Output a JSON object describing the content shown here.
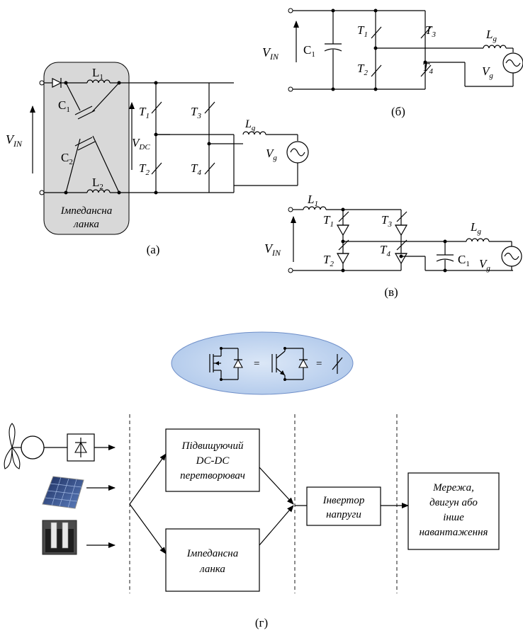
{
  "circuit_a": {
    "caption": "(а)",
    "vin": "V",
    "vin_sub": "IN",
    "vdc": "V",
    "vdc_sub": "DC",
    "l1": "L",
    "l1_sub": "1",
    "l2": "L",
    "l2_sub": "2",
    "c1": "C",
    "c1_sub": "1",
    "c2": "C",
    "c2_sub": "2",
    "t1": "T",
    "t1_sub": "1",
    "t2": "T",
    "t2_sub": "2",
    "t3": "T",
    "t3_sub": "3",
    "t4": "T",
    "t4_sub": "4",
    "lg": "L",
    "lg_sub": "g",
    "vg": "V",
    "vg_sub": "g",
    "impedance_line1": "Імпедансна",
    "impedance_line2": "ланка"
  },
  "circuit_b": {
    "caption": "(б)",
    "vin": "V",
    "vin_sub": "IN",
    "c1": "C",
    "c1_sub": "1",
    "t1": "T",
    "t1_sub": "1",
    "t2": "T",
    "t2_sub": "2",
    "t3": "T",
    "t3_sub": "3",
    "t4": "T",
    "t4_sub": "4",
    "lg": "L",
    "lg_sub": "g",
    "vg": "V",
    "vg_sub": "g"
  },
  "circuit_v": {
    "caption": "(в)",
    "vin": "V",
    "vin_sub": "IN",
    "l1": "L",
    "l1_sub": "1",
    "c1": "C",
    "c1_sub": "1",
    "t1": "T",
    "t1_sub": "1",
    "t2": "T",
    "t2_sub": "2",
    "t3": "T",
    "t3_sub": "3",
    "t4": "T",
    "t4_sub": "4",
    "lg": "L",
    "lg_sub": "g",
    "vg": "V",
    "vg_sub": "g"
  },
  "legend": {
    "eq1": "=",
    "eq2": "="
  },
  "block_diagram": {
    "caption": "(г)",
    "boost_line1": "Підвищуючий",
    "boost_line2": "DC-DC",
    "boost_line3": "перетворювач",
    "impedance_line1": "Імпедансна",
    "impedance_line2": "ланка",
    "inverter_line1": "Інвертор",
    "inverter_line2": "напруги",
    "grid_line1": "Мережа,",
    "grid_line2": "двигун або",
    "grid_line3": "інше",
    "grid_line4": "навантаження"
  }
}
